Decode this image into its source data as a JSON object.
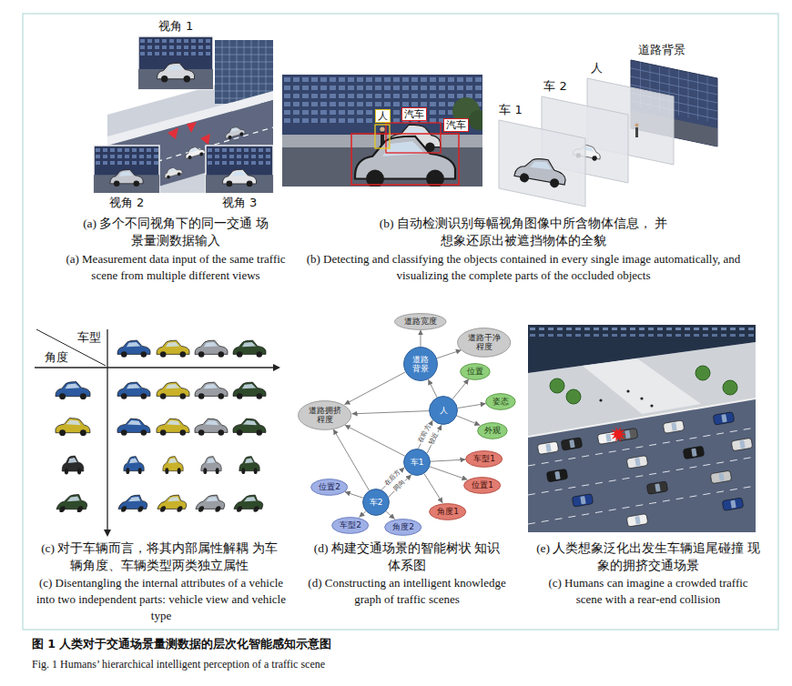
{
  "diagram": {
    "caption": "图 1 人类对于交通场景量测数据的层次化智能感知示意图",
    "nodes": [
      {
        "text": [
          "道路宽度"
        ]
      },
      {
        "text": [
          "道路干净 程度"
        ]
      },
      {
        "text": [
          "道路 背景"
        ]
      },
      {
        "text": [
          "位置"
        ]
      },
      {
        "text": [
          "姿态"
        ]
      },
      {
        "text": [
          "人"
        ]
      },
      {
        "text": [
          "道路拥挤 程度"
        ]
      },
      {
        "text": [
          "外观"
        ]
      },
      {
        "text": [
          "车1"
        ]
      },
      {
        "text": [
          "车型1"
        ]
      },
      {
        "text": [
          "位置1"
        ]
      },
      {
        "text": [
          "位置2"
        ]
      },
      {
        "text": [
          "车2"
        ]
      },
      {
        "text": [
          "角度1"
        ]
      },
      {
        "text": [
          "车型2"
        ]
      },
      {
        "text": [
          "角度2"
        ]
      }
    ],
    "edges": [
      {
        "from": 2,
        "to": 0,
        "arrow": "to"
      },
      {
        "from": 2,
        "to": 1,
        "arrow": "to"
      },
      {
        "from": 2,
        "to": 6,
        "arrow": "to"
      },
      {
        "from": 5,
        "to": 2,
        "arrow": "to"
      },
      {
        "from": 5,
        "to": 3,
        "arrow": "to"
      },
      {
        "from": 5,
        "to": 4,
        "arrow": "to"
      },
      {
        "from": 5,
        "to": 7,
        "arrow": "to"
      },
      {
        "from": 5,
        "to": 6,
        "arrow": "to"
      },
      {
        "from": 8,
        "to": 5,
        "label": "在前方",
        "arrow": "to"
      },
      {
        "from": 8,
        "to": 5,
        "label": "较近",
        "arrow": "to"
      },
      {
        "from": 8,
        "to": 6,
        "arrow": "to"
      },
      {
        "from": 8,
        "to": 9,
        "arrow": "to"
      },
      {
        "from": 8,
        "to": 10,
        "arrow": "to"
      },
      {
        "from": 8,
        "to": 13,
        "arrow": "to"
      },
      {
        "from": 12,
        "to": 8,
        "label": "在后方",
        "arrow": "to"
      },
      {
        "from": 12,
        "to": 8,
        "label": "同向",
        "arrow": "to"
      },
      {
        "from": 12,
        "to": 6,
        "arrow": "to"
      },
      {
        "from": 12,
        "to": 11,
        "arrow": "to"
      },
      {
        "from": 12,
        "to": 14,
        "arrow": "to"
      },
      {
        "from": 12,
        "to": 15,
        "arrow": "to"
      }
    ],
    "labels": [
      "视角 1",
      "视角 2",
      "视角 3",
      "人",
      "汽车",
      "汽车",
      "道路背景",
      "人",
      "车 2",
      "车 1",
      "(a) 多个不同视角下的同一交通 场景量测数据输入",
      "(a) Measurement data input of the same traffic scene from multiple different views",
      "(b) 自动检测识别每幅视角图像中所含物体信息， 并想象还原出被遮挡物体的全貌",
      "(b) Detecting and classifying the objects contained in every single image automatically, and visualizing the complete parts of the occluded objects",
      "车型",
      "角度",
      "(c) 对于车辆而言，将其内部属性解耦 为车辆角度、车辆类型两类独立属性",
      "(c) Disentangling the internal attributes of a vehicle into two independent parts: vehicle view and vehicle type",
      "(d) 构建交通场景的智能树状 知识体系图",
      "(d) Constructing an intelligent knowledge graph of traffic scenes",
      "(e) 人类想象泛化出发生车辆追尾碰撞 现象的拥挤交通场景",
      "(c) Humans can imagine a crowded traffic scene with a rear-end collision",
      "Fig. 1 Humans’ hierarchical intelligent perception of a traffic scene"
    ]
  }
}
